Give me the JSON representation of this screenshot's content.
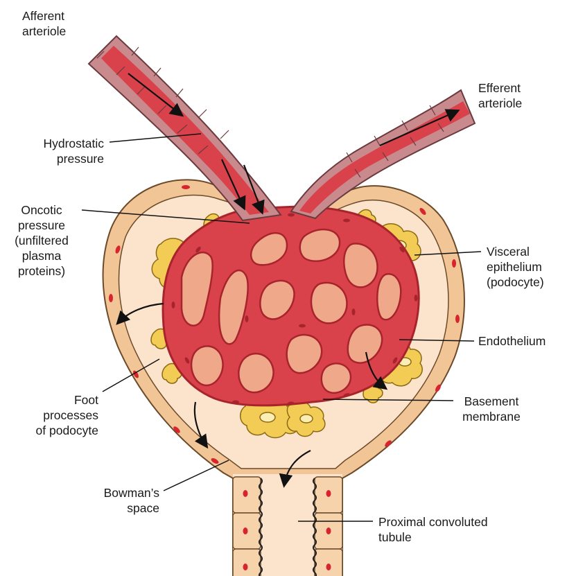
{
  "colors": {
    "background": "#ffffff",
    "capsule_wall": "#f2c596",
    "capsule_outline": "#6b4a2a",
    "bowmans_space": "#fbe3cc",
    "capillary_blood": "#d9424a",
    "capillary_dark": "#a8242c",
    "vessel_wall": "#c98a8e",
    "podocyte": "#f3cc55",
    "podocyte_outline": "#8a6a14",
    "podocyte_nucleus": "#fbeeb4",
    "nucleus": "#d8242e",
    "tubule_cell": "#f7d3ac",
    "arrow": "#111111",
    "leader_line": "#111111"
  },
  "labels": {
    "afferent_arteriole": "Afferent\narteriole",
    "efferent_arteriole": "Efferent\narteriole",
    "hydrostatic_pressure": "Hydrostatic\npressure",
    "oncotic_pressure": "Oncotic\npressure\n(unfiltered\nplasma\nproteins)",
    "visceral_epithelium": "Visceral\nepithelium\n(podocyte)",
    "endothelium": "Endothelium",
    "foot_processes": "Foot\nprocesses\nof podocyte",
    "basement_membrane": "Basement\nmembrane",
    "bowmans_space": "Bowman’s\nspace",
    "proximal_convoluted_tubule": "Proximal convoluted\ntubule"
  }
}
